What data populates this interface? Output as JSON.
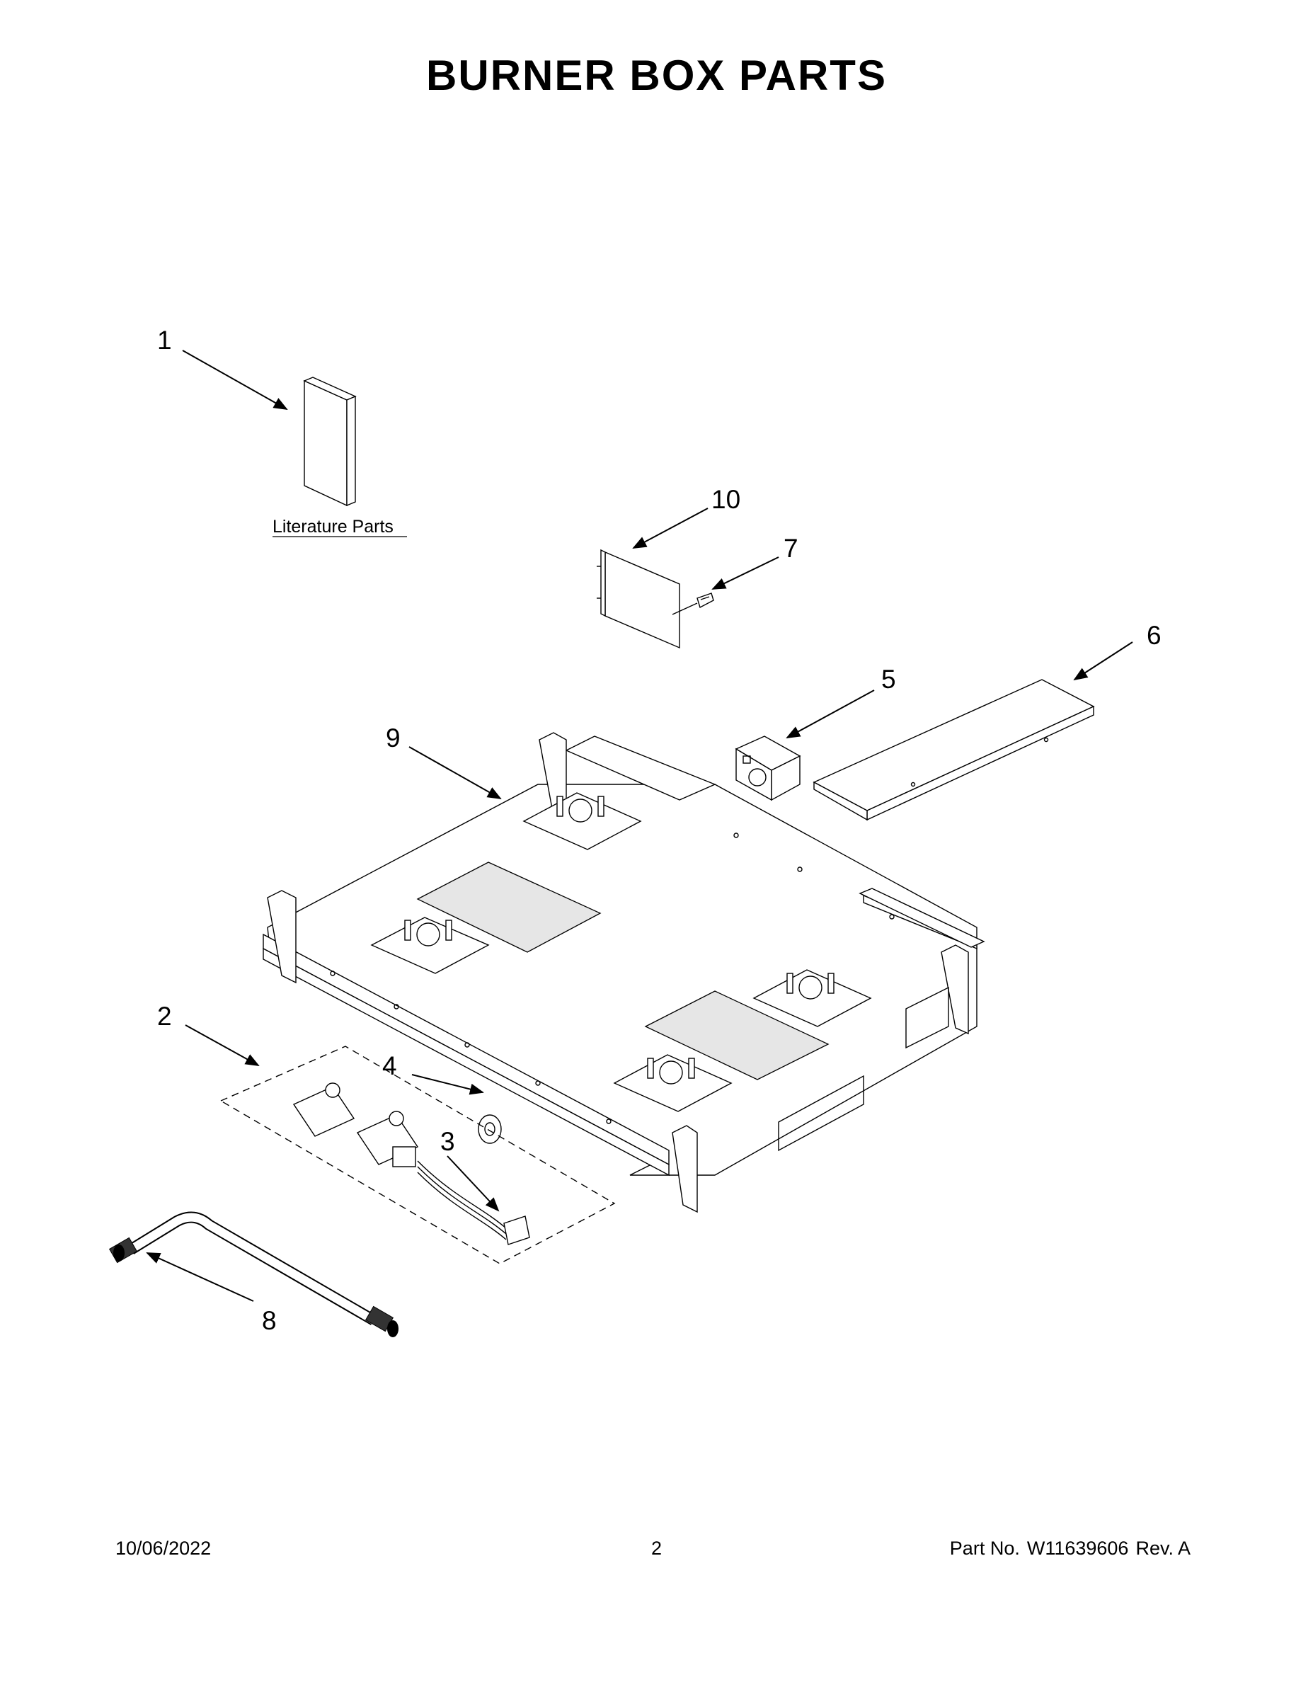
{
  "title": "BURNER BOX PARTS",
  "literature_label": "Literature Parts",
  "callouts": {
    "c1": "1",
    "c2": "2",
    "c3": "3",
    "c4": "4",
    "c5": "5",
    "c6": "6",
    "c7": "7",
    "c8": "8",
    "c9": "9",
    "c10": "10"
  },
  "footer": {
    "date": "10/06/2022",
    "page": "2",
    "part_label": "Part No.",
    "part_number": "W11639606",
    "revision": "Rev. A"
  }
}
